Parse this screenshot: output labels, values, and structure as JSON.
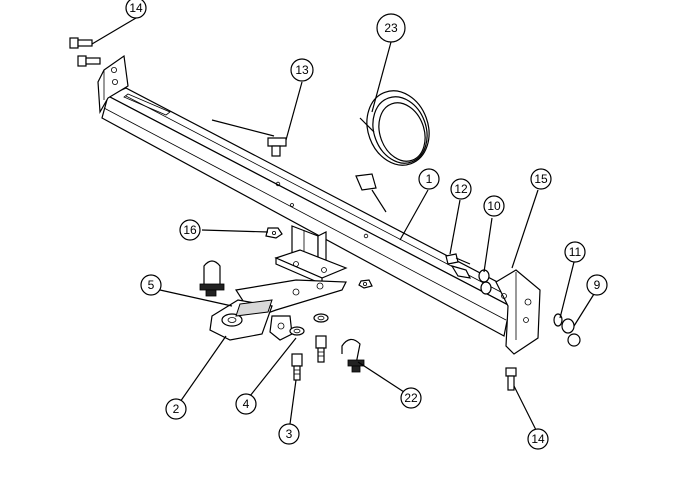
{
  "diagram": {
    "callouts": [
      {
        "id": "c14a",
        "label": "14"
      },
      {
        "id": "c23",
        "label": "23"
      },
      {
        "id": "c13",
        "label": "13"
      },
      {
        "id": "c1",
        "label": "1"
      },
      {
        "id": "c12",
        "label": "12"
      },
      {
        "id": "c15",
        "label": "15"
      },
      {
        "id": "c10",
        "label": "10"
      },
      {
        "id": "c16",
        "label": "16"
      },
      {
        "id": "c11",
        "label": "11"
      },
      {
        "id": "c9",
        "label": "9"
      },
      {
        "id": "c5",
        "label": "5"
      },
      {
        "id": "c2",
        "label": "2"
      },
      {
        "id": "c4",
        "label": "4"
      },
      {
        "id": "c3",
        "label": "3"
      },
      {
        "id": "c22",
        "label": "22"
      },
      {
        "id": "c14b",
        "label": "14"
      }
    ]
  }
}
